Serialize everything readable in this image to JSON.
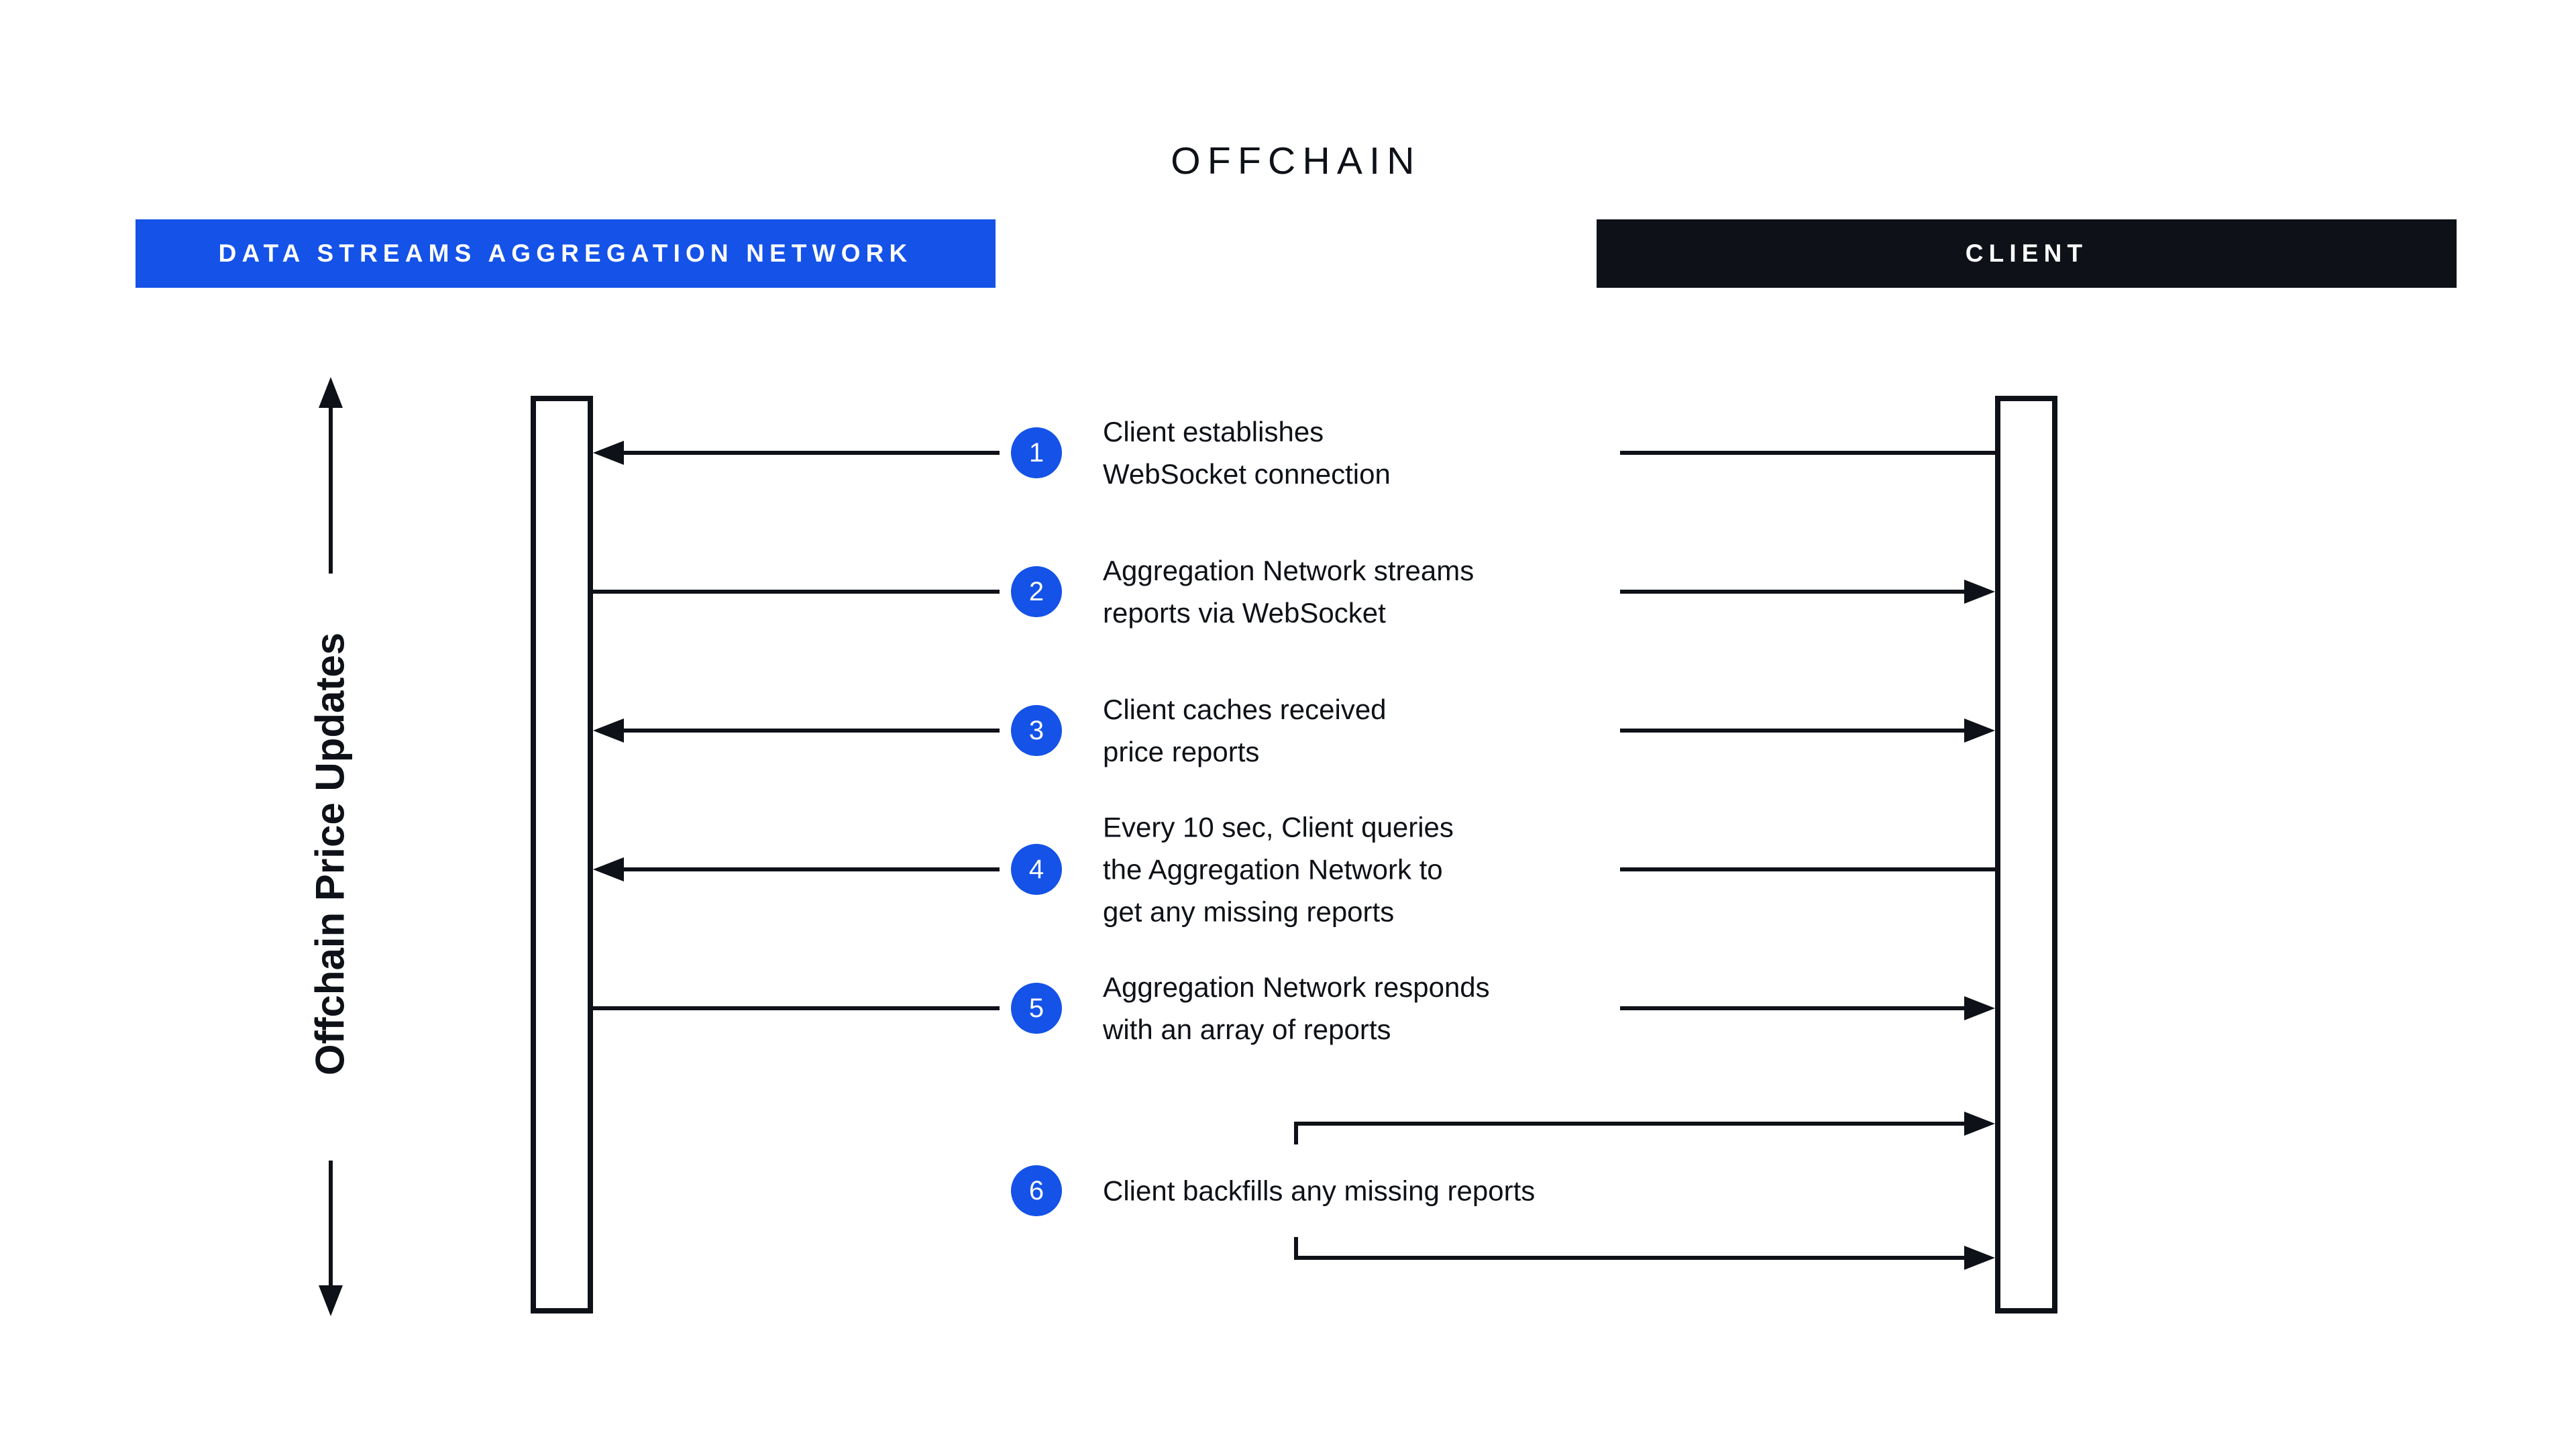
{
  "title": "OFFCHAIN",
  "left_actor": {
    "label": "DATA STREAMS AGGREGATION NETWORK"
  },
  "right_actor": {
    "label": "CLIENT"
  },
  "side_label": "Offchain Price Updates",
  "steps": [
    {
      "num": "1",
      "text": "Client establishes\nWebSocket connection"
    },
    {
      "num": "2",
      "text": "Aggregation Network streams\nreports via WebSocket"
    },
    {
      "num": "3",
      "text": "Client caches received\nprice reports"
    },
    {
      "num": "4",
      "text": "Every 10 sec, Client queries\nthe Aggregation Network to\nget any missing reports"
    },
    {
      "num": "5",
      "text": "Aggregation Network responds\nwith an array of reports"
    },
    {
      "num": "6",
      "text": "Client backfills any missing reports"
    }
  ],
  "colors": {
    "accent_blue": "#1452E8",
    "ink": "#0E1117",
    "background": "#FFFFFF"
  }
}
